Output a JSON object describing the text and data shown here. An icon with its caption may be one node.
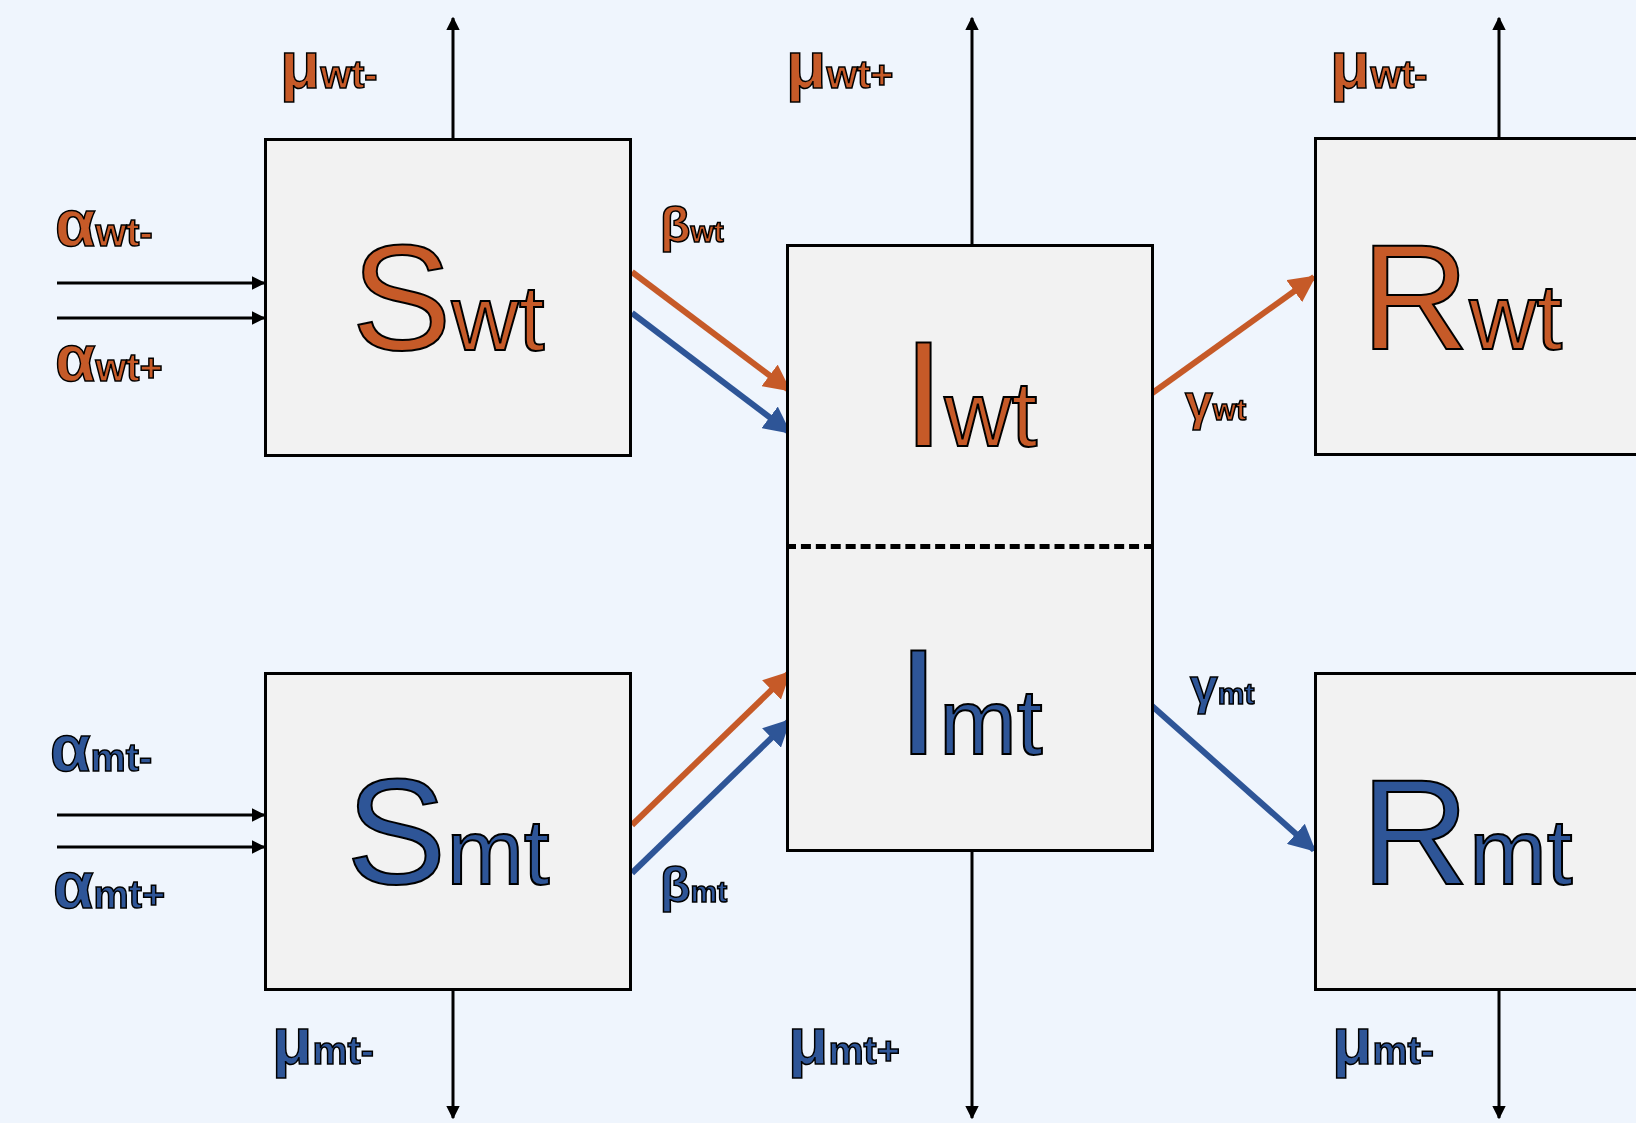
{
  "diagram": {
    "nodes": [
      {
        "text": [
          "S$_{wt}$"
        ]
      },
      {
        "text": [],
        "shape": "box"
      },
      {
        "text": [
          "I$_{wt}$"
        ],
        "in": 1
      },
      {
        "text": [
          "I$_{mt}$"
        ],
        "in": 1
      },
      {
        "text": [
          "R$_{wt}$"
        ]
      },
      {
        "text": [
          "S$_{mt}$"
        ]
      },
      {
        "text": [
          "R$_{mt}$"
        ]
      }
    ],
    "edges": [
      {
        "from": null,
        "to": 0,
        "arrow": "to",
        "label": "α$_{wt-}$"
      },
      {
        "from": null,
        "to": 0,
        "arrow": "to",
        "label": "α$_{wt+}$"
      },
      {
        "from": 0,
        "to": null,
        "arrow": "to",
        "label": "μ$_{wt-}$"
      },
      {
        "from": 0,
        "to": 2,
        "arrow": "to",
        "label": "β$_{wt}$",
        "style": "thick",
        "color": "#c65a28"
      },
      {
        "from": 0,
        "to": 2,
        "arrow": "to",
        "style": "thick",
        "color": "#2e5597"
      },
      {
        "from": 1,
        "to": null,
        "arrow": "to",
        "label": "μ$_{wt+}$"
      },
      {
        "from": 2,
        "to": 4,
        "arrow": "to",
        "label": "γ$_{wt}$",
        "style": "thick",
        "color": "#c65a28"
      },
      {
        "from": 4,
        "to": null,
        "arrow": "to",
        "label": "μ$_{wt-}$"
      },
      {
        "from": null,
        "to": 5,
        "arrow": "to",
        "label": "α$_{mt-}$"
      },
      {
        "from": null,
        "to": 5,
        "arrow": "to",
        "label": "α$_{mt+}$"
      },
      {
        "from": 5,
        "to": null,
        "arrow": "to",
        "label": "μ$_{mt-}$"
      },
      {
        "from": 5,
        "to": 3,
        "arrow": "to",
        "style": "thick",
        "color": "#c65a28"
      },
      {
        "from": 5,
        "to": 3,
        "arrow": "to",
        "label": "β$_{mt}$",
        "style": "thick",
        "color": "#2e5597"
      },
      {
        "from": 1,
        "to": null,
        "arrow": "to",
        "label": "μ$_{mt+}$"
      },
      {
        "from": 3,
        "to": 6,
        "arrow": "to",
        "label": "γ$_{mt}$",
        "style": "thick",
        "color": "#2e5597"
      },
      {
        "from": 6,
        "to": null,
        "arrow": "to",
        "label": "μ$_{mt-}$"
      }
    ]
  }
}
